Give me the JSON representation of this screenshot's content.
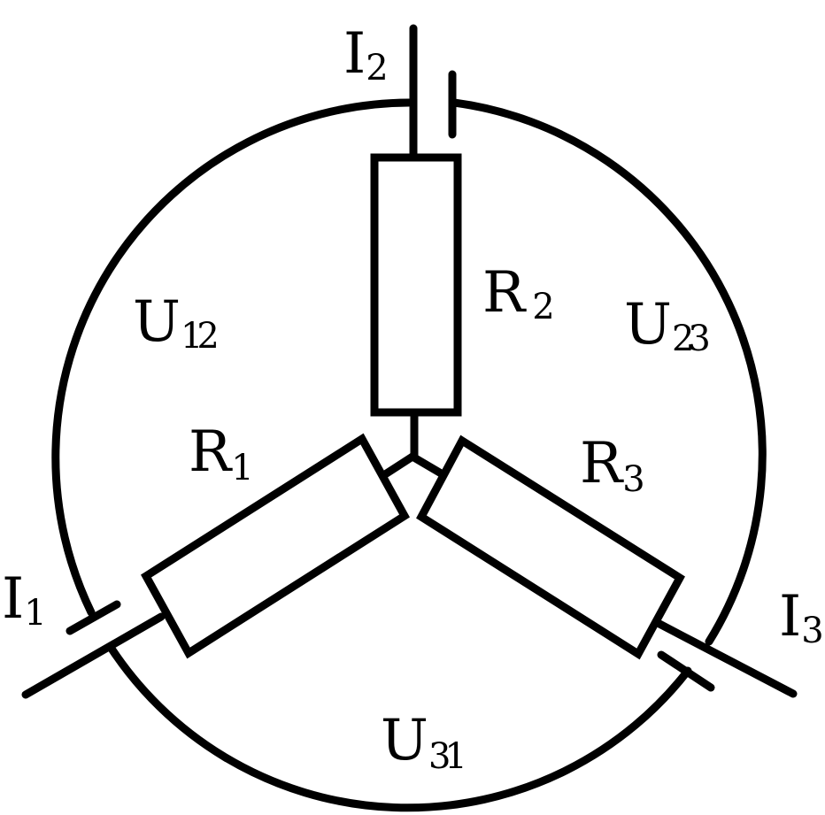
{
  "diagram": {
    "labels": {
      "I1": {
        "main": "I",
        "sub": "1"
      },
      "I2": {
        "main": "I",
        "sub": "2"
      },
      "I3": {
        "main": "I",
        "sub": "3"
      },
      "R1": {
        "main": "R",
        "sub": "1"
      },
      "R2": {
        "main": "R",
        "sub": "2"
      },
      "R3": {
        "main": "R",
        "sub": "3"
      },
      "U12": {
        "main": "U",
        "sub": "12"
      },
      "U23": {
        "main": "U",
        "sub": "23"
      },
      "U31": {
        "main": "U",
        "sub": "31"
      }
    },
    "colors": {
      "stroke": "#000000",
      "background": "#ffffff"
    }
  }
}
